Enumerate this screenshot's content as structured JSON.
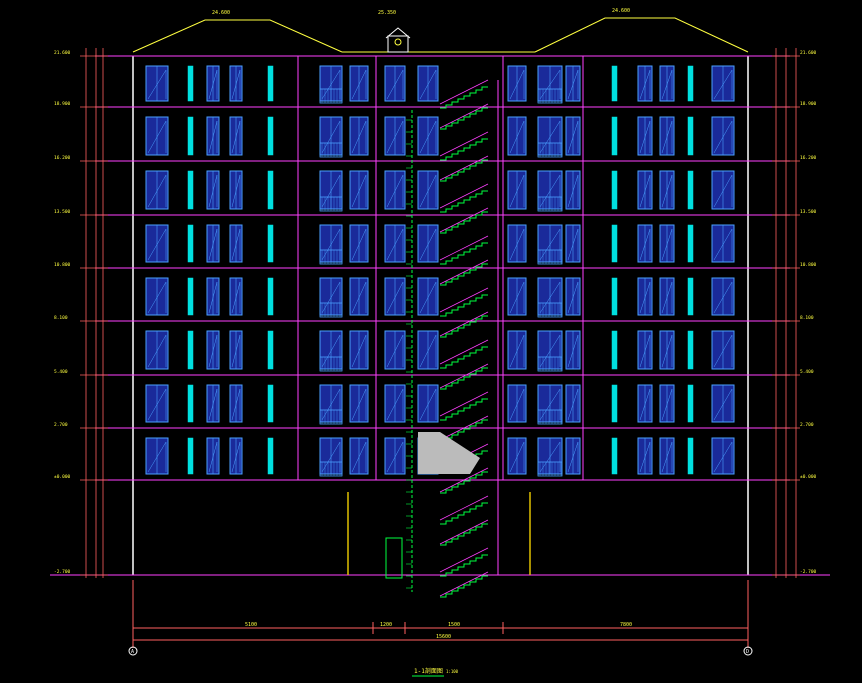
{
  "colors": {
    "background": "#000000",
    "floor_line": "#ff40ff",
    "window_frame": "#4aa0ff",
    "window_fill": "#1a2a9a",
    "glazing": "#00e0e0",
    "wall": "#ffffff",
    "roof": "#ffff40",
    "stair": "#00ff40",
    "dimension": "#ff6060",
    "text": "#ffff40",
    "ground_fill": "#bbbbbb",
    "accent_yellow": "#e0c000"
  },
  "drawing": {
    "floor_count": 8,
    "title": "1-1剖面图",
    "scale": "1:100",
    "grid_axes": [
      "A",
      "D"
    ],
    "overall_dimension": "15600",
    "segment_dimensions": [
      "5100",
      "1200",
      "1500",
      "7800"
    ],
    "level_labels_left": [
      "21.600",
      "18.900",
      "16.200",
      "13.500",
      "10.800",
      "8.100",
      "5.400",
      "2.700",
      "±0.000",
      "-2.700"
    ],
    "level_labels_right": [
      "21.600",
      "18.900",
      "16.200",
      "13.500",
      "10.800",
      "8.100",
      "5.400",
      "2.700",
      "±0.000",
      "-2.700"
    ],
    "roof_labels": [
      "24.600",
      "25.350",
      "24.600"
    ],
    "icons": [
      "axis-bubble-icon",
      "roof-emblem-icon"
    ]
  }
}
